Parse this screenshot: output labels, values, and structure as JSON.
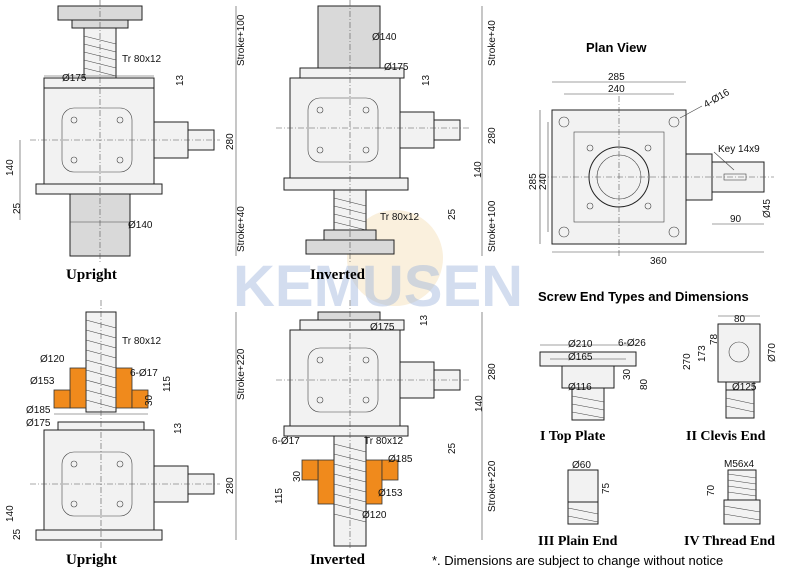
{
  "watermark": "KEMUSEN",
  "note": "*. Dimensions are subject to change without notice",
  "views": {
    "upright_top": {
      "caption": "Upright",
      "dims": [
        "Ø175",
        "Tr 80x12",
        "13",
        "280",
        "140",
        "25",
        "Ø140",
        "Stroke+100",
        "Stroke+40"
      ]
    },
    "inverted_top": {
      "caption": "Inverted",
      "dims": [
        "Ø140",
        "Ø175",
        "13",
        "280",
        "140",
        "25",
        "Tr 80x12",
        "Stroke+40",
        "Stroke+100"
      ]
    },
    "upright_bottom": {
      "caption": "Upright",
      "dims": [
        "Tr 80x12",
        "Ø120",
        "Ø153",
        "6-Ø17",
        "115",
        "30",
        "Ø185",
        "Ø175",
        "13",
        "280",
        "140",
        "25",
        "Stroke+220"
      ]
    },
    "inverted_bottom": {
      "caption": "Inverted",
      "dims": [
        "13",
        "Ø175",
        "280",
        "140",
        "25",
        "6-Ø17",
        "Tr 80x12",
        "Ø185",
        "115",
        "30",
        "Ø153",
        "Ø120",
        "Stroke+220"
      ]
    }
  },
  "plan_view": {
    "title": "Plan View",
    "dims": [
      "285",
      "240",
      "4-Ø16",
      "Key 14x9",
      "285",
      "240",
      "90",
      "Ø45",
      "360"
    ]
  },
  "screw_end": {
    "title": "Screw End Types and Dimensions",
    "types": [
      {
        "caption": "I  Top Plate",
        "dims": [
          "Ø210",
          "Ø165",
          "6-Ø26",
          "30",
          "80",
          "Ø116"
        ]
      },
      {
        "caption": "II  Clevis End",
        "dims": [
          "80",
          "270",
          "173",
          "78",
          "Ø70",
          "Ø125"
        ]
      },
      {
        "caption": "III  Plain End",
        "dims": [
          "Ø60",
          "75"
        ]
      },
      {
        "caption": "IV  Thread End",
        "dims": [
          "M56x4",
          "70"
        ]
      }
    ]
  }
}
